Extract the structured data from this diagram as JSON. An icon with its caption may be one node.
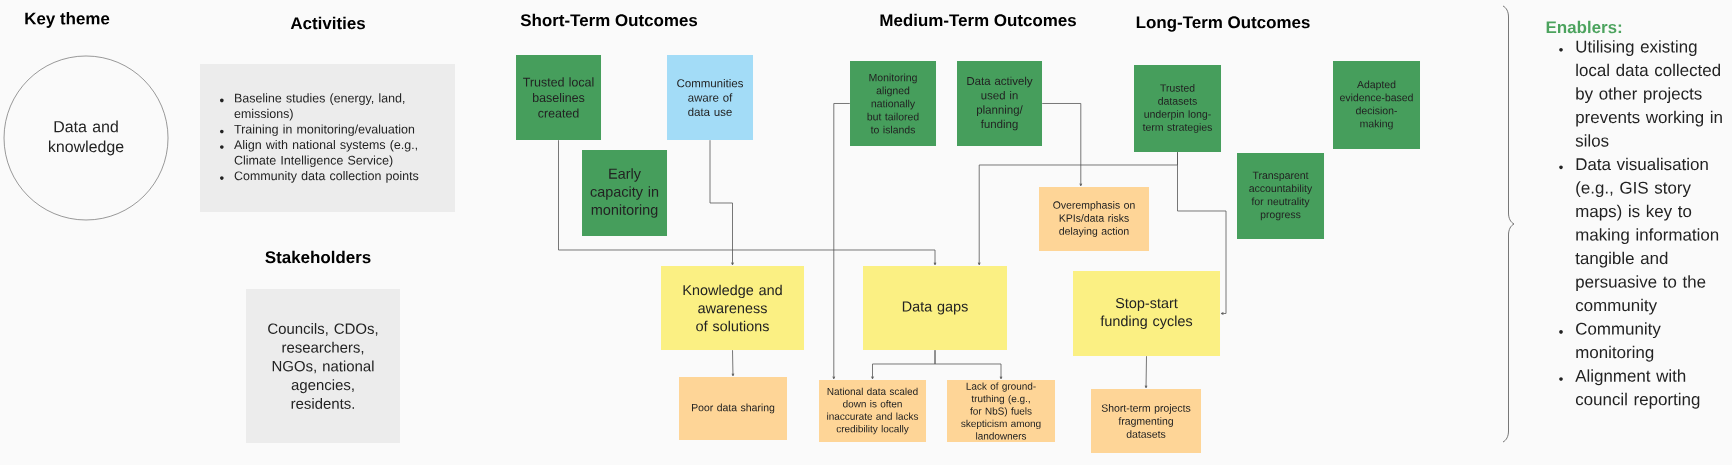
{
  "diagram": {
    "nodes": [
      {
        "text": [
          "Data and knowledge"
        ]
      },
      {
        "text": [
          "Activities",
          "Baseline studies (energy, land, emissions)",
          "Training in monitoring/evaluation",
          "Align with national systems (e.g., Climate Intelligence Service)",
          "Community data collection points"
        ]
      },
      {
        "text": [
          "Stakeholders",
          "Councils, CDOs, researchers, NGOs, national agencies, residents."
        ]
      },
      {
        "text": [
          "Trusted local baselines created"
        ]
      },
      {
        "text": [
          "Early capacity in monitoring"
        ]
      },
      {
        "text": [
          "Communities aware of data use"
        ]
      },
      {
        "text": [
          "Monitoring aligned nationally but tailored to islands"
        ]
      },
      {
        "text": [
          "Data actively used in planning/ funding"
        ]
      },
      {
        "text": [
          "Trusted datasets underpin long-term strategies"
        ]
      },
      {
        "text": [
          "Adapted evidence-based decision-making"
        ]
      },
      {
        "text": [
          "Transparent accountability for neutrality progress"
        ]
      },
      {
        "text": [
          "Overemphasis on KPIs/data risks delaying action"
        ]
      },
      {
        "text": [
          "Knowledge and awareness of solutions"
        ]
      },
      {
        "text": [
          "Data gaps"
        ]
      },
      {
        "text": [
          "Stop-start funding cycles"
        ]
      },
      {
        "text": [
          "Poor data sharing"
        ]
      },
      {
        "text": [
          "National data scaled down is often inaccurate and lacks credibility locally"
        ]
      },
      {
        "text": [
          "Lack of ground-truthing (e.g., for NbS) fuels skepticism among landowners"
        ]
      },
      {
        "text": [
          "Short-term projects fragmenting datasets"
        ]
      }
    ],
    "edges": [
      {
        "from": 3,
        "to": 13,
        "arrow": "to"
      },
      {
        "from": 5,
        "to": 12,
        "arrow": "to"
      },
      {
        "from": 12,
        "to": 15,
        "arrow": "to"
      },
      {
        "from": 6,
        "to": 16,
        "arrow": "to"
      },
      {
        "from": 7,
        "to": 11,
        "arrow": "to"
      },
      {
        "from": 8,
        "to": 13,
        "arrow": "to"
      },
      {
        "from": 8,
        "to": 14,
        "arrow": "to"
      },
      {
        "from": 13,
        "to": 16,
        "arrow": "to"
      },
      {
        "from": 13,
        "to": 17,
        "arrow": "to"
      },
      {
        "from": 14,
        "to": 18,
        "arrow": "to"
      }
    ],
    "labels": [
      "Key theme",
      "Short-Term Outcomes",
      "Medium-Term Outcomes",
      "Long-Term Outcomes",
      "Enablers:",
      "Utilising existing local data collected by other projects prevents working in silos",
      "Data visualisation (e.g., GIS story maps) is key to making information tangible and persuasive to the community",
      "Community monitoring",
      "Alignment with council reporting"
    ]
  }
}
